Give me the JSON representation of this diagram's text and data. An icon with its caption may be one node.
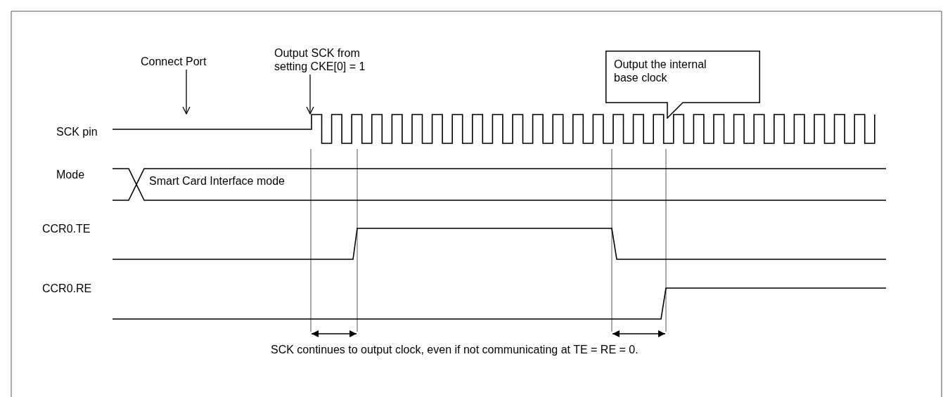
{
  "diagram": {
    "nodes": [
      {
        "text": [
          "Connect Port"
        ]
      },
      {
        "text": [
          "Output SCK from setting CKE[0] = 1"
        ]
      },
      {
        "text": [
          "Output the internal base clock"
        ]
      },
      {
        "text": [],
        "shape": "picture"
      }
    ],
    "edges": [
      {
        "from": 0,
        "to": 3,
        "arrow": "to"
      },
      {
        "from": 1,
        "to": 3,
        "arrow": "to"
      }
    ],
    "labels": [
      "SCK pin",
      "Mode",
      "Smart Card Interface mode",
      "CCR0.TE",
      "CCR0.RE",
      "SCK continues to output clock, even if not communicating at TE = RE = 0."
    ]
  }
}
